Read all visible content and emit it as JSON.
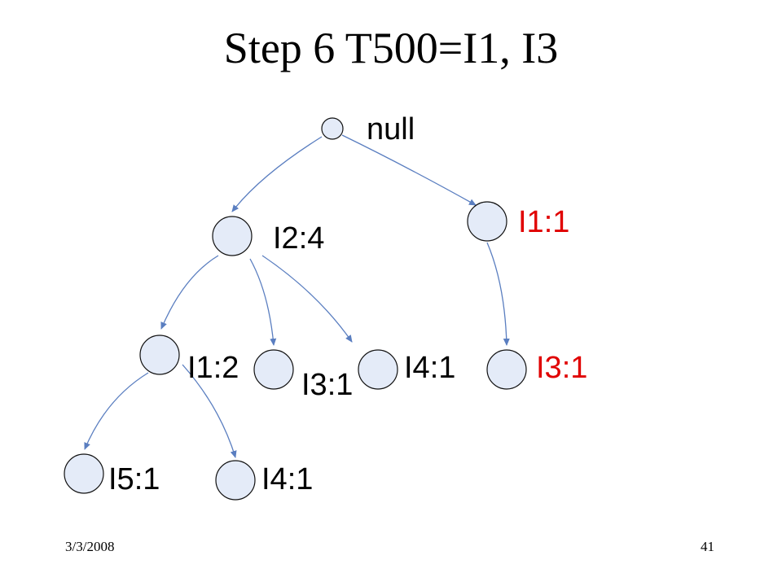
{
  "slide": {
    "title": "Step 6 T500=I1, I3",
    "date": "3/3/2008",
    "page_number": "41"
  },
  "colors": {
    "default_label": "#000000",
    "highlight_label": "#e00000",
    "node_fill": "#e4ebf8",
    "node_stroke": "#111111",
    "edge": "#5a7ec0"
  },
  "tree": {
    "nodes": [
      {
        "id": "root",
        "label": "null",
        "highlight": false
      },
      {
        "id": "n-i2",
        "label": "I2:4",
        "highlight": false
      },
      {
        "id": "n-i1-top",
        "label": "I1:1",
        "highlight": true
      },
      {
        "id": "n-i1-mid",
        "label": "I1:2",
        "highlight": false
      },
      {
        "id": "n-i3-mid",
        "label": "I3:1",
        "highlight": false
      },
      {
        "id": "n-i4-mid",
        "label": "I4:1",
        "highlight": false
      },
      {
        "id": "n-i3-right",
        "label": "I3:1",
        "highlight": true
      },
      {
        "id": "n-i5-bottom",
        "label": "I5:1",
        "highlight": false
      },
      {
        "id": "n-i4-bottom",
        "label": "I4:1",
        "highlight": false
      }
    ],
    "edges": [
      {
        "from": "root",
        "to": "n-i2"
      },
      {
        "from": "root",
        "to": "n-i1-top"
      },
      {
        "from": "n-i2",
        "to": "n-i1-mid"
      },
      {
        "from": "n-i2",
        "to": "n-i3-mid"
      },
      {
        "from": "n-i2",
        "to": "n-i4-mid"
      },
      {
        "from": "n-i1-top",
        "to": "n-i3-right"
      },
      {
        "from": "n-i1-mid",
        "to": "n-i5-bottom"
      },
      {
        "from": "n-i1-mid",
        "to": "n-i4-bottom"
      }
    ]
  }
}
